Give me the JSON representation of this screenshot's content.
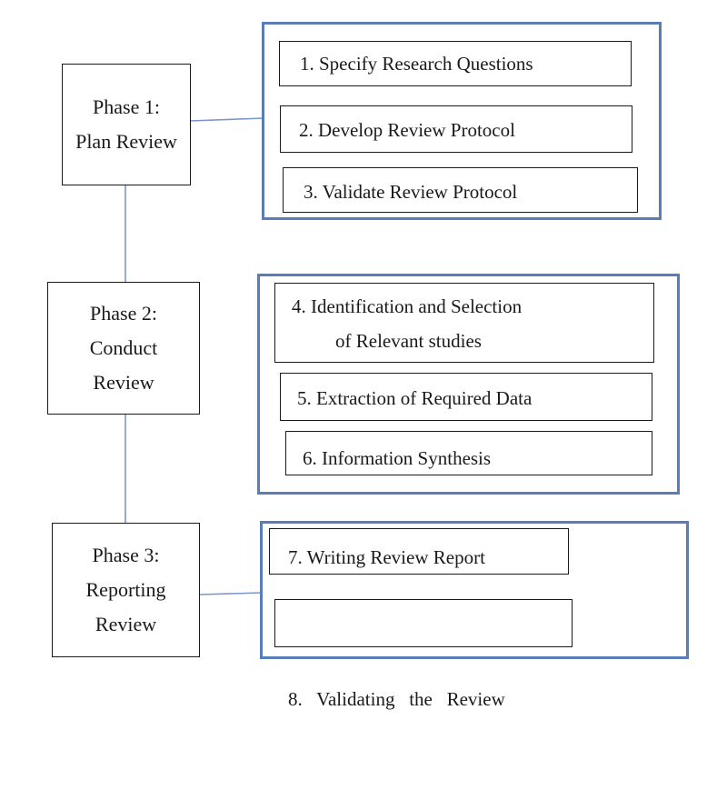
{
  "diagram": {
    "phases": [
      {
        "line1": "Phase 1:",
        "line2": "Plan Review"
      },
      {
        "line1": "Phase 2:",
        "line2": "Conduct",
        "line3": "Review"
      },
      {
        "line1": "Phase 3:",
        "line2": "Reporting",
        "line3": "Review"
      }
    ],
    "steps": [
      {
        "label": "1. Specify Research Questions"
      },
      {
        "label": "2. Develop Review Protocol"
      },
      {
        "label": "3. Validate Review Protocol"
      },
      {
        "label": "4. Identification and Selection",
        "label2": "of Relevant studies"
      },
      {
        "label": "5. Extraction of Required Data"
      },
      {
        "label": "6. Information Synthesis"
      },
      {
        "label": "7. Writing Review Report"
      },
      {
        "label": "8.   Validating   the   Review"
      }
    ],
    "colors": {
      "group_border": "#5a7db8",
      "connector": "#7a97c6",
      "box_border": "#1a1a1a"
    }
  }
}
